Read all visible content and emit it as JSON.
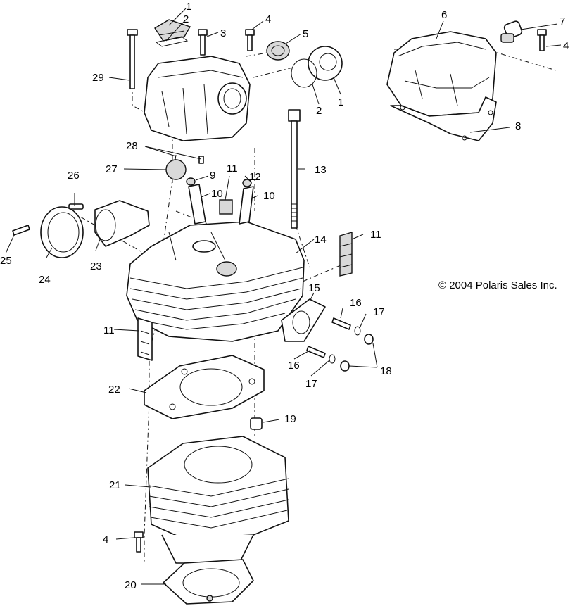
{
  "callouts": {
    "c1a": "1",
    "c1b": "1",
    "c2a": "2",
    "c2b": "2",
    "c3": "3",
    "c4a": "4",
    "c4b": "4",
    "c4c": "4",
    "c5": "5",
    "c6": "6",
    "c7": "7",
    "c8": "8",
    "c9": "9",
    "c10a": "10",
    "c10b": "10",
    "c11a": "11",
    "c11b": "11",
    "c11c": "11",
    "c12": "12",
    "c13": "13",
    "c14": "14",
    "c15": "15",
    "c16a": "16",
    "c16b": "16",
    "c17a": "17",
    "c17b": "17",
    "c18": "18",
    "c19": "19",
    "c20": "20",
    "c21": "21",
    "c22": "22",
    "c23": "23",
    "c24": "24",
    "c25": "25",
    "c26": "26",
    "c27": "27",
    "c28": "28",
    "c29": "29"
  },
  "copyright": "© 2004 Polaris Sales Inc."
}
